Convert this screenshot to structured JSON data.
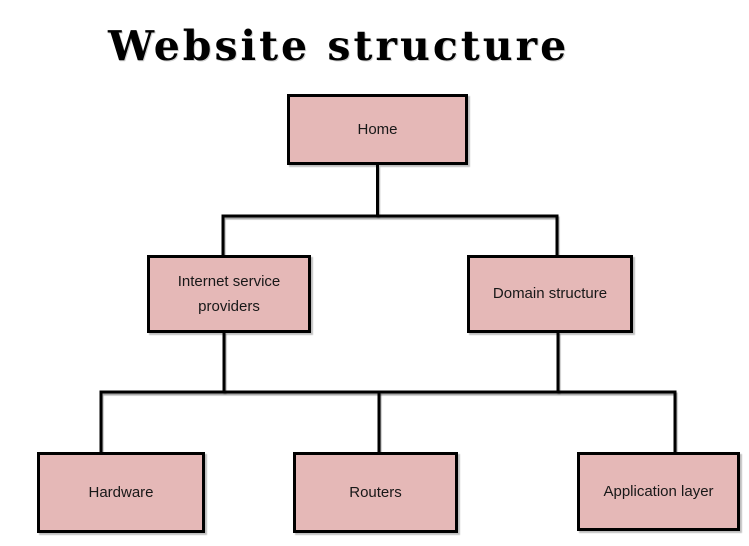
{
  "diagram": {
    "title": "Website structure",
    "nodes": {
      "home": {
        "label": "Home",
        "level": 1
      },
      "isp": {
        "label": "Internet service providers",
        "level": 2
      },
      "domain": {
        "label": "Domain structure",
        "level": 2
      },
      "hardware": {
        "label": "Hardware",
        "level": 3
      },
      "routers": {
        "label": "Routers",
        "level": 3
      },
      "applayer": {
        "label": "Application layer",
        "level": 3
      }
    },
    "edges": [
      {
        "from": "home",
        "to": "isp"
      },
      {
        "from": "home",
        "to": "domain"
      },
      {
        "from": "isp",
        "to": "hardware"
      },
      {
        "from": "isp",
        "to": "routers"
      },
      {
        "from": "domain",
        "to": "routers"
      },
      {
        "from": "domain",
        "to": "applayer"
      }
    ],
    "colors": {
      "node_fill": "#e5b8b7",
      "node_border": "#000000",
      "connector": "#000000",
      "text": "#181818",
      "title_text": "#000000",
      "background": "#ffffff"
    }
  }
}
